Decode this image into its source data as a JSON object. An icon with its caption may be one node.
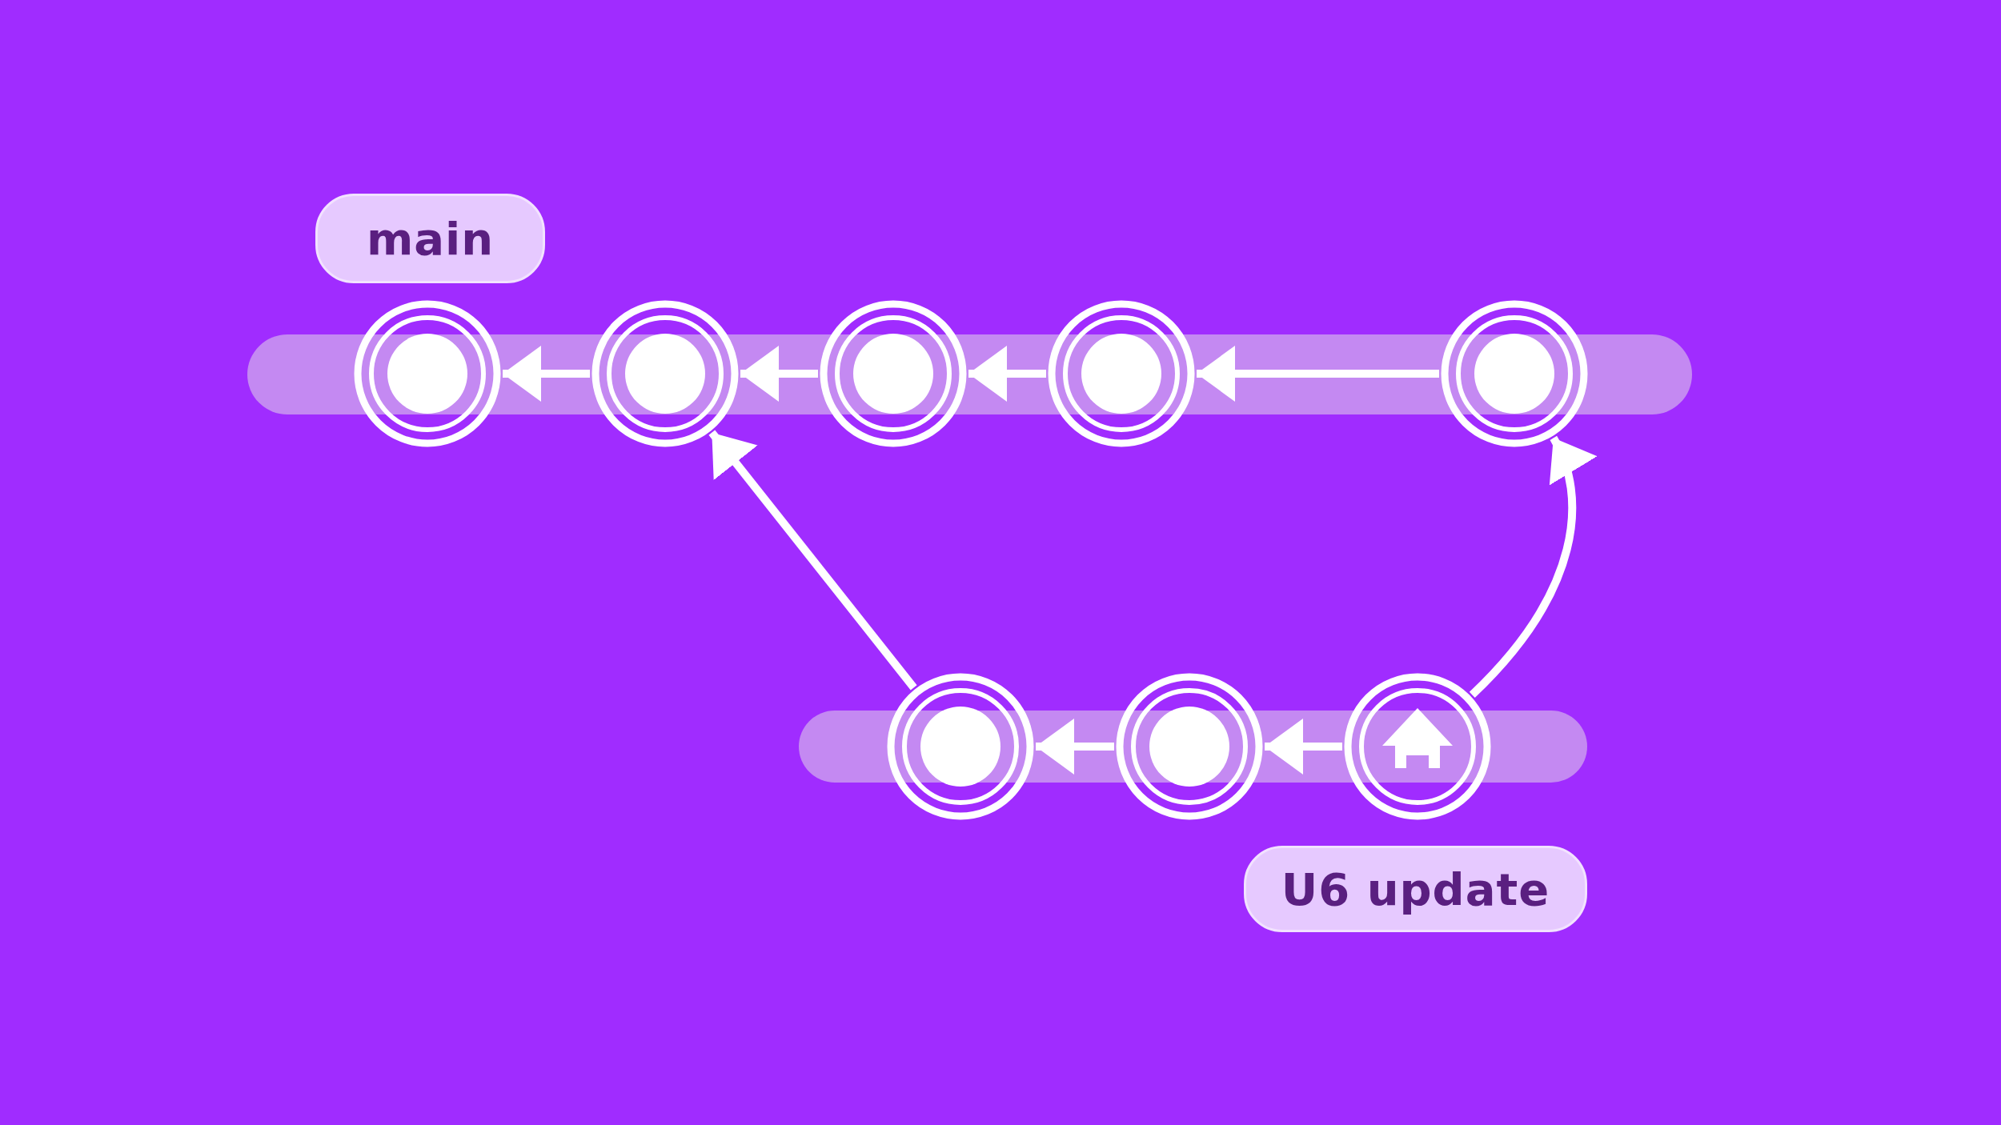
{
  "diagram": {
    "nodes": [
      {
        "text": [
          "main"
        ]
      },
      {
        "text": [],
        "shape": "circle"
      },
      {
        "text": [],
        "shape": "circle"
      },
      {
        "text": [],
        "shape": "circle"
      },
      {
        "text": [],
        "shape": "circle"
      },
      {
        "text": [],
        "shape": "circle"
      },
      {
        "text": [],
        "shape": "circle"
      },
      {
        "text": [],
        "shape": "circle"
      },
      {
        "text": [],
        "shape": "circle"
      },
      {
        "text": [
          "U6 update"
        ]
      }
    ],
    "edges": [
      {
        "from": 2,
        "to": 1,
        "arrow": "to"
      },
      {
        "from": 3,
        "to": 2,
        "arrow": "to"
      },
      {
        "from": 4,
        "to": 3,
        "arrow": "to"
      },
      {
        "from": 5,
        "to": 4,
        "arrow": "to"
      },
      {
        "from": 7,
        "to": 6,
        "arrow": "to"
      },
      {
        "from": 8,
        "to": 7,
        "arrow": "to"
      },
      {
        "from": 6,
        "to": 2,
        "arrow": "to"
      },
      {
        "from": 8,
        "to": 5,
        "arrow": "to"
      }
    ]
  }
}
